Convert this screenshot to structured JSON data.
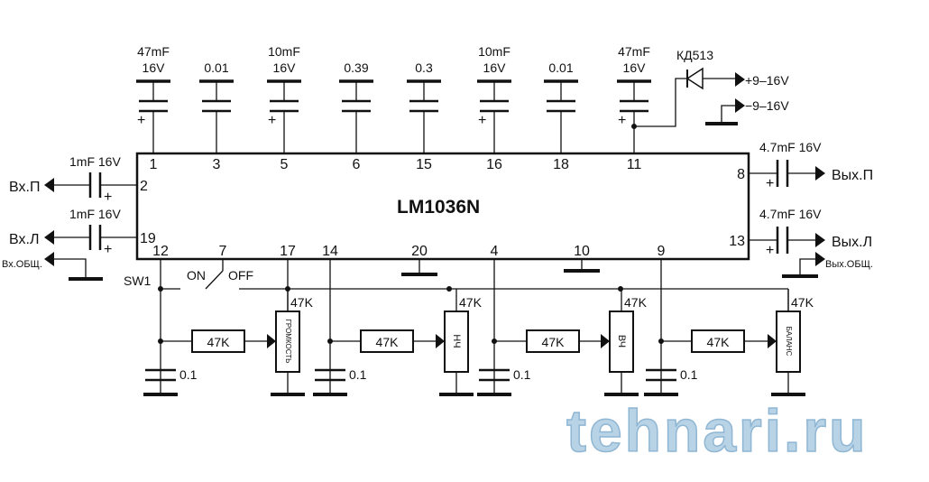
{
  "ic": {
    "name": "LM1036N"
  },
  "top_caps": [
    {
      "pin": "1",
      "value": "47mF",
      "voltage": "16V",
      "polar": true
    },
    {
      "pin": "3",
      "value": "0.01",
      "voltage": "",
      "polar": false
    },
    {
      "pin": "5",
      "value": "10mF",
      "voltage": "16V",
      "polar": true
    },
    {
      "pin": "6",
      "value": "0.39",
      "voltage": "",
      "polar": false
    },
    {
      "pin": "15",
      "value": "0.3",
      "voltage": "",
      "polar": false
    },
    {
      "pin": "16",
      "value": "10mF",
      "voltage": "16V",
      "polar": true
    },
    {
      "pin": "18",
      "value": "0.01",
      "voltage": "",
      "polar": false
    },
    {
      "pin": "11",
      "value": "47mF",
      "voltage": "16V",
      "polar": true
    }
  ],
  "power": {
    "diode": "КД513",
    "plus": "+9–16V",
    "minus": "−9–16V"
  },
  "inputs": [
    {
      "pin": "2",
      "label": "Вх.П",
      "cap": "1mF 16V"
    },
    {
      "pin": "19",
      "label": "Вх.Л",
      "cap": "1mF 16V"
    }
  ],
  "input_common": "Вх.ОБЩ.",
  "outputs": [
    {
      "pin": "8",
      "label": "Вых.П",
      "cap": "4.7mF  16V"
    },
    {
      "pin": "13",
      "label": "Вых.Л",
      "cap": "4.7mF 16V"
    }
  ],
  "output_common": "Вых.ОБЩ.",
  "bottom_pins": [
    "12",
    "7",
    "17",
    "14",
    "20",
    "4",
    "10",
    "9"
  ],
  "switch": {
    "name": "SW1",
    "on": "ON",
    "off": "OFF"
  },
  "plus_sign": "+",
  "controls": [
    {
      "resistor": "47K",
      "cap": "0.1",
      "pot": "ГРОМКОСТЬ",
      "pot_value": "47K"
    },
    {
      "resistor": "47K",
      "cap": "0.1",
      "pot": "НЧ",
      "pot_value": "47K"
    },
    {
      "resistor": "47K",
      "cap": "0.1",
      "pot": "ВЧ",
      "pot_value": "47K"
    },
    {
      "resistor": "47K",
      "cap": "0.1",
      "pot": "БАЛАНС",
      "pot_value": "47K"
    }
  ],
  "watermark": "tehnari.ru"
}
